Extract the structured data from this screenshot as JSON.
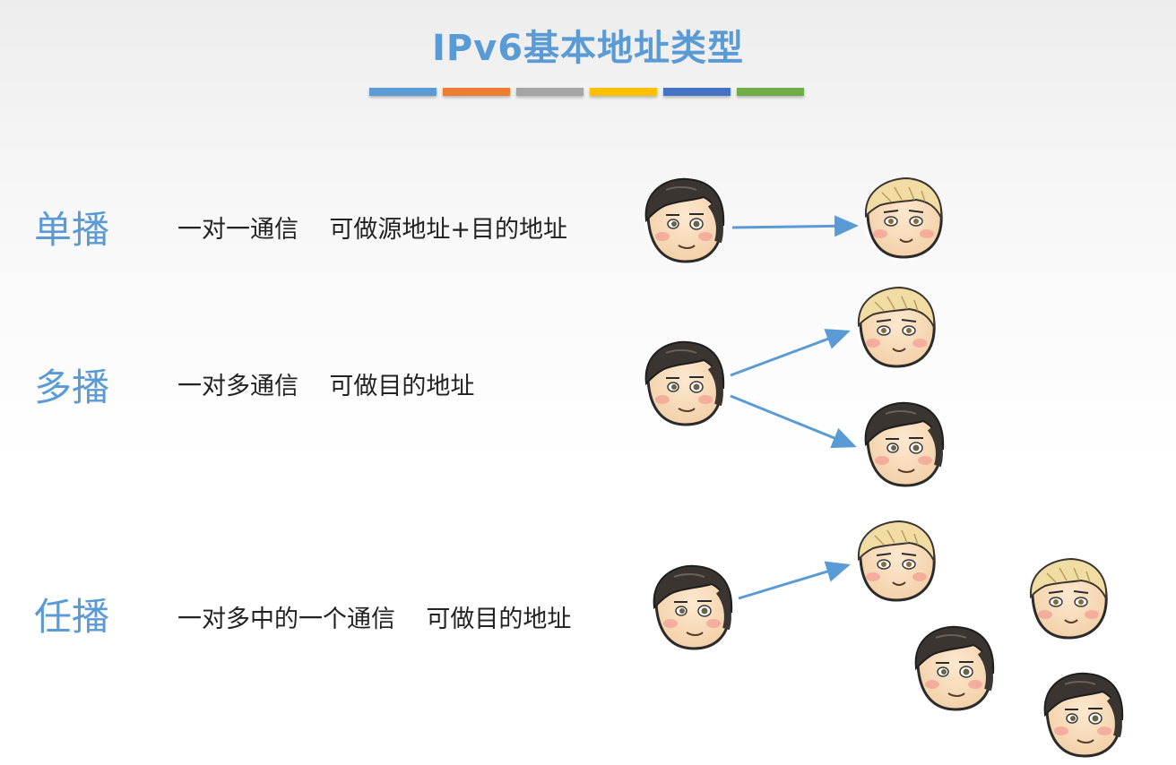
{
  "title": "IPv6基本地址类型",
  "colors": {
    "accent": "#5b9bd5",
    "bar": [
      "#5b9bd5",
      "#ed7d31",
      "#a5a5a5",
      "#ffc000",
      "#4472c4",
      "#70ad47"
    ]
  },
  "rows": [
    {
      "label": "单播",
      "desc": "一对一通信    可做源地址+目的地址"
    },
    {
      "label": "多播",
      "desc": "一对多通信    可做目的地址"
    },
    {
      "label": "任播",
      "desc": "一对多中的一个通信    可做目的地址"
    }
  ],
  "icons": {
    "sender": "dark-haired-face-icon",
    "receiver": "blond-face-icon"
  }
}
